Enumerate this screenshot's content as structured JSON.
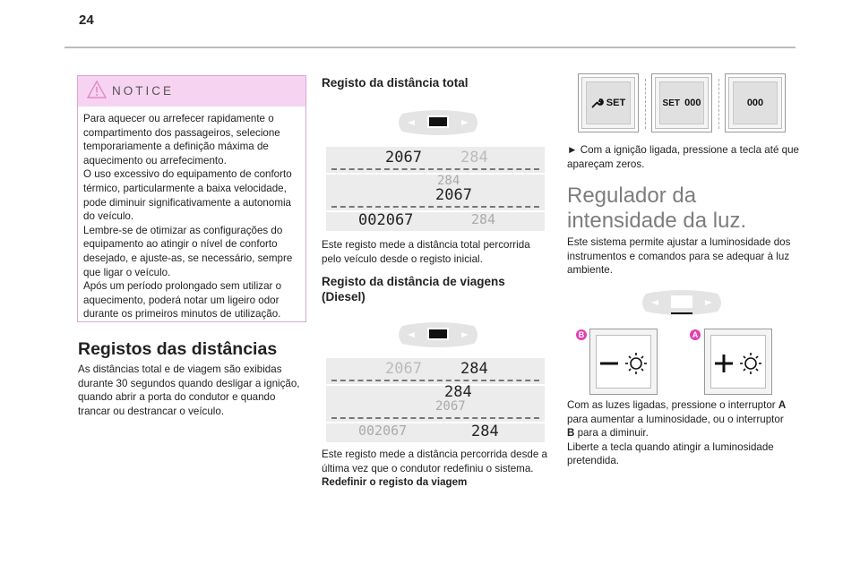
{
  "page": {
    "number": "24"
  },
  "notice": {
    "title": "NOTICE",
    "text": "Para aquecer ou arrefecer rapidamente o compartimento dos passageiros, selecione temporariamente a definição máxima de aquecimento ou arrefecimento.\nO uso excessivo do equipamento de conforto térmico, particularmente a baixa velocidade, pode diminuir significativamente a autonomia do veículo.\nLembre-se de otimizar as configurações do equipamento ao atingir o nível de conforto desejado, e ajuste-as, se necessário, sempre que ligar o veículo.\nApós um período prolongado sem utilizar o aquecimento, poderá notar um ligeiro odor durante os primeiros minutos de utilização."
  },
  "distances": {
    "title": "Registos das distâncias",
    "text": "As distâncias total e de viagem são exibidas durante 30 segundos quando desligar a ignição, quando abrir a porta do condutor e quando trancar ou destrancar o veículo."
  },
  "total": {
    "title": "Registo da distância total",
    "screen": {
      "a": "2067",
      "b": "284",
      "c": "284",
      "d": "2067",
      "e": "002067",
      "f": "284"
    },
    "text": "Este registo mede a distância total percorrida pelo veículo desde o registo inicial."
  },
  "trip": {
    "title": "Registo da distância de viagens (Diesel)",
    "screen": {
      "a": "2067",
      "b": "284",
      "c": "284",
      "d": "2067",
      "e": "002067",
      "f": "284"
    },
    "text": "Este registo mede a distância percorrida desde a última vez que o condutor redefiniu o sistema.",
    "reset": "Redefinir o registo da viagem"
  },
  "buttons": {
    "set_label": "SET",
    "set2_label": "SET",
    "zeros_a": "000",
    "zeros_b": "000"
  },
  "ignition": {
    "bullet": "►",
    "text": "Com a ignição ligada, pressione a tecla até que apareçam zeros."
  },
  "dimmer": {
    "title": "Regulador da intensidade da luz.",
    "text": "Este sistema permite ajustar a luminosidade dos instrumentos e comandos para se adequar à luz ambiente.",
    "badge_b": "B",
    "badge_a": "A",
    "instr_1": "Com as luzes ligadas, pressione o interruptor ",
    "instr_a": "A",
    "instr_2": " para aumentar a luminosidade, ou o interruptor ",
    "instr_b": "B",
    "instr_3": " para a diminuir.",
    "instr_4": "Liberte a tecla quando atingir a luminosidade pretendida."
  },
  "colors": {
    "notice_bg": "#f7d3f2",
    "badge": "#e23fb2",
    "title_gray": "#7d7d7d"
  }
}
